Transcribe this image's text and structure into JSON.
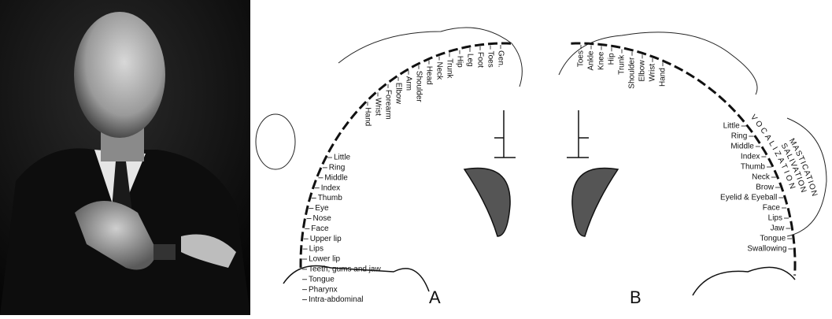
{
  "photo": {
    "subject": "portrait"
  },
  "diagram": {
    "panel_a": {
      "letter": "A",
      "labels": [
        "Gen.",
        "Toes",
        "Foot",
        "Leg",
        "Hip",
        "Trunk",
        "Neck",
        "Head",
        "Shoulder",
        "Arm",
        "Elbow",
        "Forearm",
        "Wrist",
        "Hand",
        "Little",
        "Ring",
        "Middle",
        "Index",
        "Thumb",
        "Eye",
        "Nose",
        "Face",
        "Upper lip",
        "Lips",
        "Lower lip",
        "Teeth, gums and jaw",
        "Tongue",
        "Pharynx",
        "Intra-abdominal"
      ]
    },
    "panel_b": {
      "letter": "B",
      "labels": [
        "Toes",
        "Ankle",
        "Knee",
        "Hip",
        "Trunk",
        "Shoulder",
        "Elbow",
        "Wrist",
        "Hand",
        "Little",
        "Ring",
        "Middle",
        "Index",
        "Thumb",
        "Neck",
        "Brow",
        "Eyelid & Eyeball",
        "Face",
        "Lips",
        "Jaw",
        "Tongue",
        "Swallowing"
      ],
      "arc_labels": {
        "vocalization": "VOCALIZATION",
        "salivation": "SALIVATION",
        "mastication": "MASTICATION"
      }
    }
  }
}
